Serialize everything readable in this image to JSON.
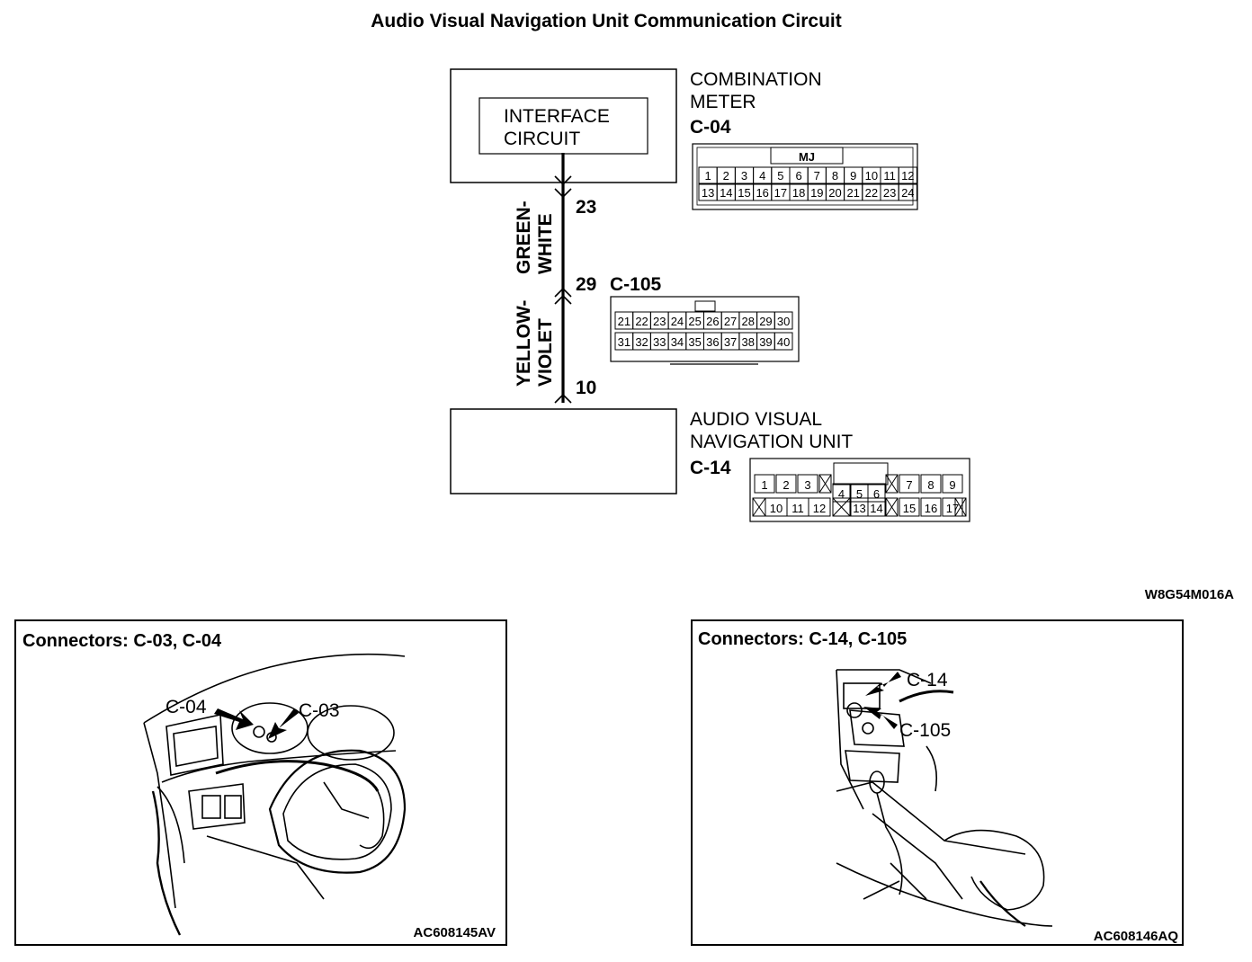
{
  "title": "Audio Visual Navigation Unit Communication Circuit",
  "combination_meter": {
    "name_line1": "COMBINATION",
    "name_line2": "METER",
    "connector": "C-04",
    "inner_line1": "INTERFACE",
    "inner_line2": "CIRCUIT",
    "tag": "MJ",
    "pins_row1": [
      "1",
      "2",
      "3",
      "4",
      "5",
      "6",
      "7",
      "8",
      "9",
      "10",
      "11",
      "12"
    ],
    "pins_row2": [
      "13",
      "14",
      "15",
      "16",
      "17",
      "18",
      "19",
      "20",
      "21",
      "22",
      "23",
      "24"
    ]
  },
  "wire": {
    "pin_meter": "23",
    "color1_line1": "GREEN-",
    "color1_line2": "WHITE",
    "pin_junction": "29",
    "junction_connector": "C-105",
    "color2_line1": "YELLOW-",
    "color2_line2": "VIOLET",
    "pin_unit": "10"
  },
  "junction": {
    "pins_row1": [
      "21",
      "22",
      "23",
      "24",
      "25",
      "26",
      "27",
      "28",
      "29",
      "30"
    ],
    "pins_row2": [
      "31",
      "32",
      "33",
      "34",
      "35",
      "36",
      "37",
      "38",
      "39",
      "40"
    ]
  },
  "nav_unit": {
    "name_line1": "AUDIO VISUAL",
    "name_line2": "NAVIGATION UNIT",
    "connector": "C-14",
    "pins_row1": [
      "1",
      "2",
      "3",
      "",
      "4",
      "5",
      "6",
      "",
      "7",
      "8",
      "9"
    ],
    "pins_row2": [
      "",
      "10",
      "11",
      "12",
      "",
      "13",
      "14",
      "",
      "15",
      "16",
      "17",
      ""
    ]
  },
  "figure_code": "W8G54M016A",
  "panel_left": {
    "title": "Connectors: C-03, C-04",
    "label_a": "C-04",
    "label_b": "C-03",
    "code": "AC608145AV"
  },
  "panel_right": {
    "title": "Connectors: C-14, C-105",
    "label_a": "C-14",
    "label_b": "C-105",
    "code": "AC608146AQ"
  }
}
